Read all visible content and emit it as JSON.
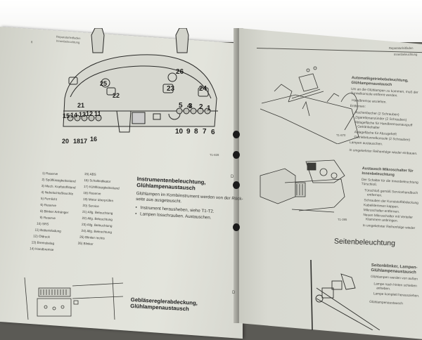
{
  "left_page": {
    "header": {
      "page_marker": "8",
      "title": "Reparaturleitfaden",
      "subtitle": "Innenbeleuchtung"
    },
    "figure": {
      "id": "T1-828",
      "callouts": [
        "1",
        "2",
        "3",
        "4",
        "5",
        "6",
        "7",
        "8",
        "9",
        "10",
        "11",
        "12",
        "13",
        "14",
        "15",
        "16",
        "17",
        "18",
        "19",
        "20",
        "21",
        "22",
        "23",
        "24",
        "25",
        "26"
      ]
    },
    "legend": {
      "column_left": [
        "1) Reserve",
        "2) Spülflüssigkeitsstand",
        "3) Mech. Kraftstoffstand",
        "4) Nebelschlußleuchte",
        "5) Fernlicht",
        "6) Reserve",
        "8) Blinker Anhänger",
        "9) Reserve",
        "10) SRS",
        "11) Batterieladung",
        "12) Öldruck",
        "13) Bremsbelag",
        "14) Handbremse"
      ],
      "column_right": [
        "15) ABS",
        "16) Schaltindikator",
        "17) Kühlflüssigkeitsstand",
        "18) Reserve",
        "19) Motor überprüfen",
        "20) Service",
        "21) Allg. Beleuchtung",
        "22) Allg. Beleuchtung",
        "23) Allg. Beleuchtung",
        "24) Allg. Beleuchtung",
        "25) Blinker rechts",
        "26) Blinker"
      ]
    },
    "section1": {
      "heading_line1": "Instrumentenbeleuchtung,",
      "heading_line2": "Glühlampenaustausch",
      "body_line1": "Glühlampen im Kombiinstrument werden von der Rück-",
      "body_line2": "seite aus ausgetauscht.",
      "bullets": [
        "Instrument herausheben, siehe T1-T2.",
        "Lampen losschrauben. Austauschen."
      ],
      "marker": "D"
    },
    "section2": {
      "heading_line1": "Gebläsereglerabdeckung,",
      "heading_line2": "Glühlampenaustausch",
      "marker": "D"
    }
  },
  "right_page": {
    "header": {
      "title": "Reparaturleitfaden",
      "subtitle": "Innenbeleuchtung"
    },
    "section_a": {
      "heading_line1": "Automatikgetriebebeleuchtung,",
      "heading_line2": "Glühlampenaustausch",
      "body_line1": "Um an die Glühlampen zu kommen, muß der",
      "body_line2": "Tunnelkonsole entfernt werden.",
      "bullet1": "Handbremse anziehen.",
      "remove_label": "Entfernen:",
      "dash_items": [
        "Aschenbecher (2 Schrauben)",
        "Zigarettenanzünder (2 Schrauben)",
        "Ablagefläche für Handbremsenauspuff",
        "Getränkehalter",
        "Ablagefläche für Abzugeheft",
        "Getriebetunnelkonsole (2 Schrauben)"
      ],
      "bullet2": "Lampen austauschen.",
      "bullet3": "In umgekehrter Reihenfolge wieder einbauen."
    },
    "figure_a_id": "T1-870",
    "figure_b_id": "T1-395",
    "section_b": {
      "heading_line1": "Austausch Mikroschalter für",
      "heading_line2": "Innenbeleuchtung",
      "body_line1": "Der Schalter für die Innenbeleuchtung",
      "body_line2": "Türschloß.",
      "bullets": [
        "Türschloß gemäß Servicehandbuch",
        "entfernen.",
        "Schrauben der Kunststoffabdeckung",
        "Kabelklemmen kappen.",
        "Mikroschalter entfernen.",
        "Neuen Mikroschalter mit Verteiler",
        "Klammern anbringen.",
        "In umgekehrter Reihenfolge wieder"
      ]
    },
    "section_c": {
      "title": "Seitenbeleuchtung",
      "heading_line1": "Seitenblinker, Lampen-",
      "heading_line2": "Glühlampenaustausch",
      "body_line1": "Glühlampen werden von außen",
      "bullets": [
        "Lampe nach hinten schieben",
        "anheben.",
        "Lampe komplett herausziehen."
      ],
      "subheading": "Glühlampenaustausch"
    }
  }
}
